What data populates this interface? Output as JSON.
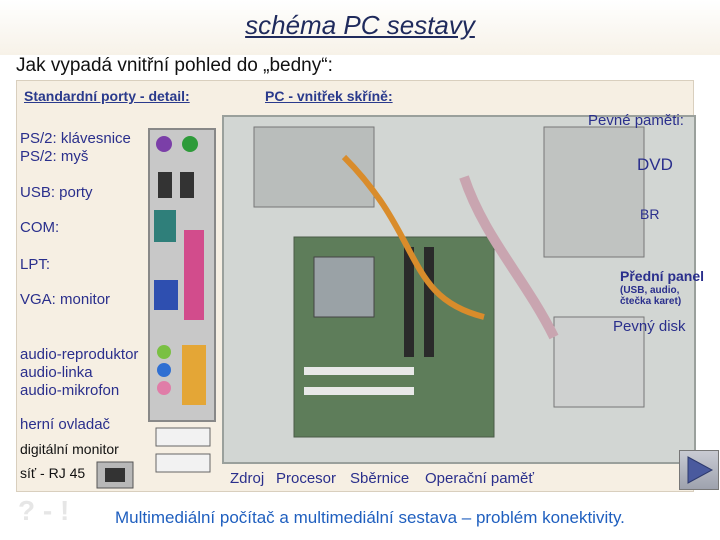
{
  "title": "schéma PC sestavy",
  "subtitle": "Jak vypadá vnitřní pohled do „bedny“:",
  "figure": {
    "header_ports": "Standardní porty - detail:",
    "header_case": "PC - vnitřek skříně:",
    "port_labels": [
      "PS/2: klávesnice",
      "PS/2: myš",
      "USB: porty",
      "COM:",
      "LPT:",
      "VGA: monitor",
      "audio-reproduktor",
      "audio-linka",
      "audio-mikrofon",
      "herní ovladač"
    ],
    "digital_monitor": "digitální monitor",
    "network": "síť - RJ 45",
    "right_labels": {
      "memory": "Pevné paměti:",
      "dvd": "DVD",
      "br": "BR",
      "front_panel": "Přední panel",
      "front_panel_note": "(USB, audio, čtečka karet)",
      "hdd": "Pevný disk"
    },
    "bottom_labels": [
      "Zdroj",
      "Procesor",
      "Sběrnice",
      "Operační paměť"
    ]
  },
  "footer": "Multimediální počítač a multimediální sestava – problém konektivity.",
  "nav": {
    "next": "next-arrow-icon"
  }
}
